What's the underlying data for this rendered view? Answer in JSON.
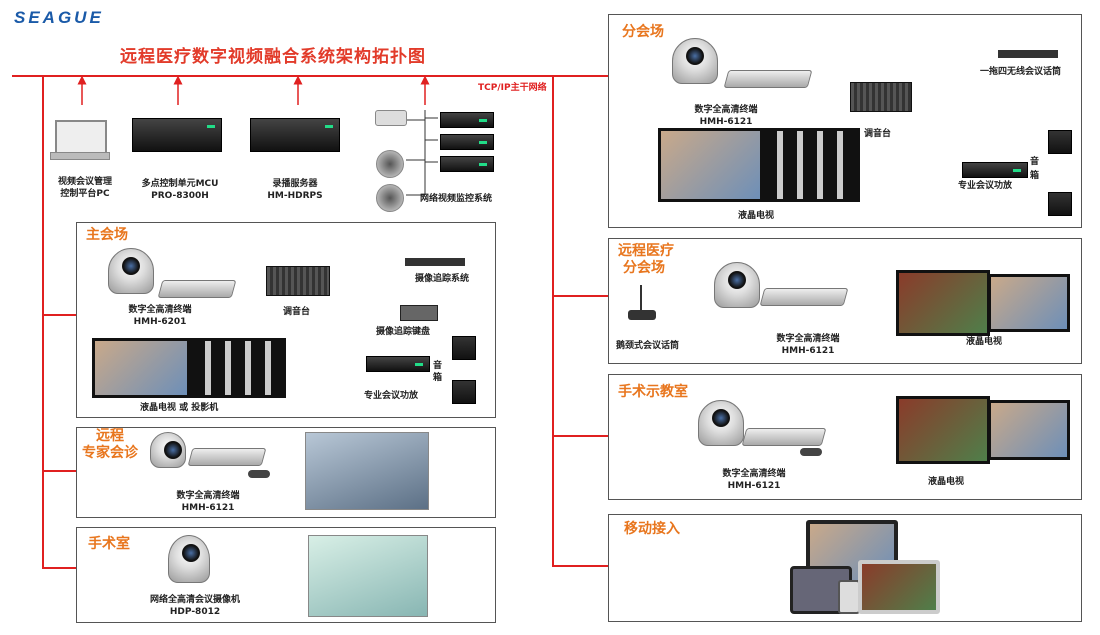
{
  "logo": "SEAGUE",
  "title": "远程医疗数字视频融合系统架构拓扑图",
  "backbone_label": "TCP/IP主干网络",
  "top": {
    "pc": [
      "视频会议管理",
      "控制平台PC"
    ],
    "mcu": [
      "多点控制单元MCU",
      "PRO-8300H"
    ],
    "rec": [
      "录播服务器",
      "HM-HDRPS"
    ],
    "mon": "网络视频监控系统"
  },
  "main": {
    "title": "主会场",
    "terminal": [
      "数字全高清终端",
      "HMH-6201"
    ],
    "mixer": "调音台",
    "tracking": "摄像追踪系统",
    "keyboard": "摄像追踪键盘",
    "amp": "专业会议功放",
    "speaker": [
      "音",
      "箱"
    ],
    "display": "液晶电视 或 投影机"
  },
  "expert": {
    "title": [
      "远程",
      "专家会诊"
    ],
    "terminal": [
      "数字全高清终端",
      "HMH-6121"
    ]
  },
  "or": {
    "title": "手术室",
    "camera": [
      "网络全高清会议摄像机",
      "HDP-8012"
    ]
  },
  "branch": {
    "title": "分会场",
    "terminal": [
      "数字全高清终端",
      "HMH-6121"
    ],
    "mics": "一拖四无线会议话筒",
    "mixer": "调音台",
    "amp": "专业会议功放",
    "speaker": [
      "音",
      "箱"
    ],
    "display": "液晶电视"
  },
  "remote": {
    "title": [
      "远程医疗",
      "分会场"
    ],
    "mic": "鹅颈式会议话筒",
    "terminal": [
      "数字全高清终端",
      "HMH-6121"
    ],
    "display": "液晶电视"
  },
  "teach": {
    "title": "手术示教室",
    "terminal": [
      "数字全高清终端",
      "HMH-6121"
    ],
    "display": "液晶电视"
  },
  "mobile": {
    "title": "移动接入"
  }
}
